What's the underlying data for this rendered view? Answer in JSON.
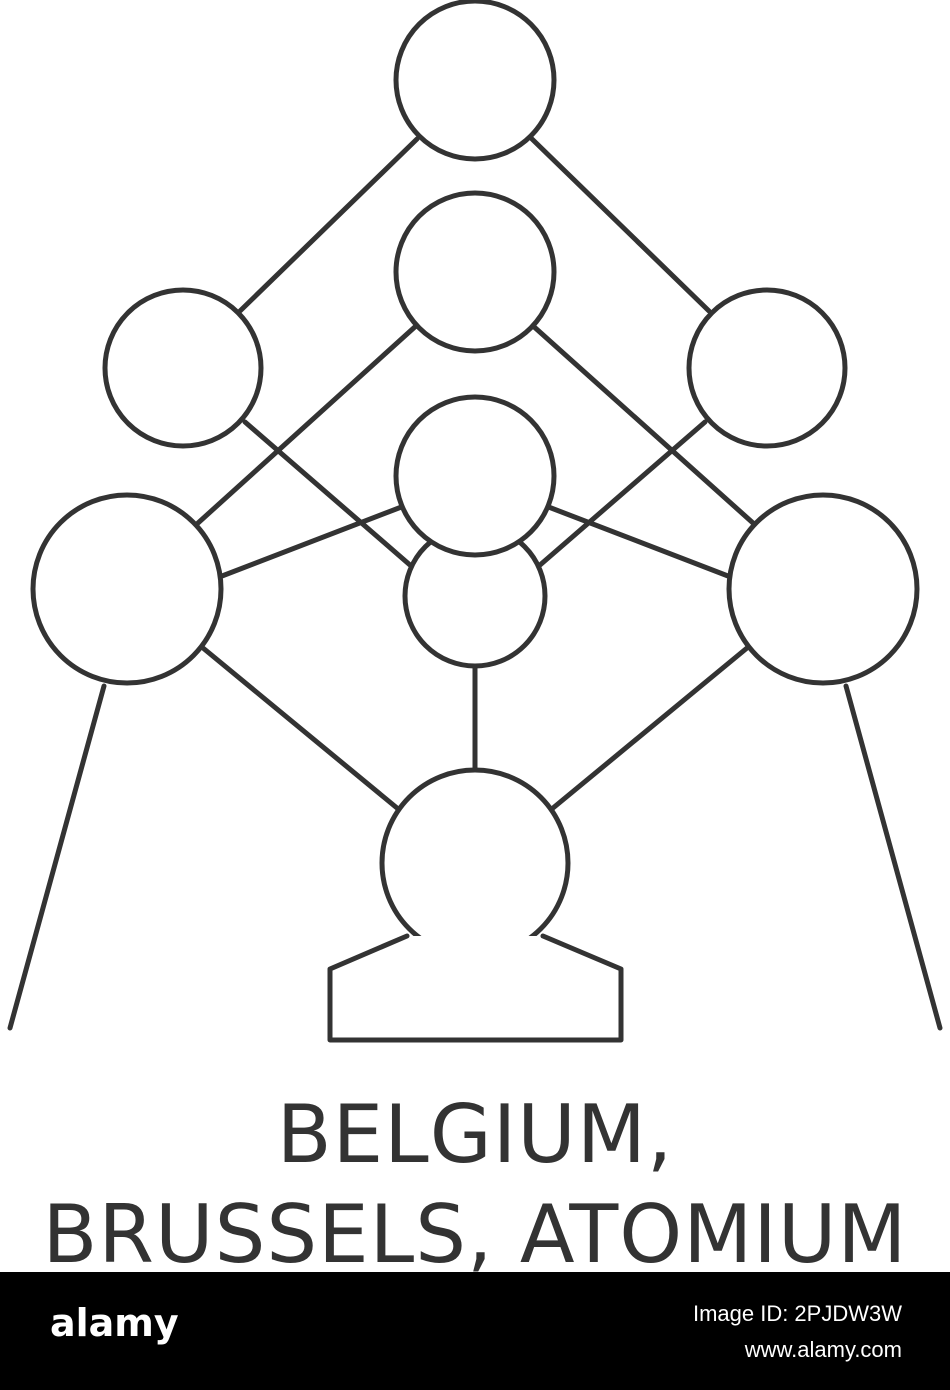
{
  "caption": {
    "line1": "BELGIUM,",
    "line2": "BRUSSELS, ATOMIUM"
  },
  "icon": {
    "name": "atomium-icon",
    "stroke_color": "#333333"
  },
  "watermark": {
    "logo_text": "alamy",
    "image_id": "Image ID: 2PJDW3W",
    "url": "www.alamy.com",
    "background_color": "#000000",
    "text_color": "#ffffff"
  }
}
